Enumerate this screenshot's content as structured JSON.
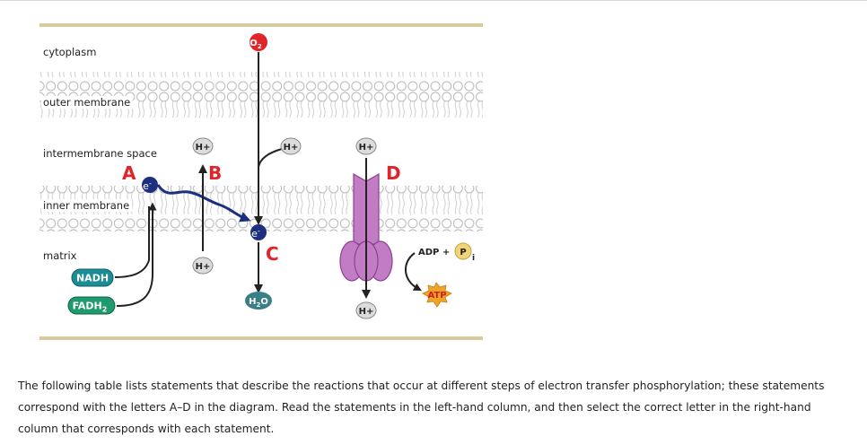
{
  "regions": {
    "cytoplasm": "cytoplasm",
    "outer_membrane": "outer membrane",
    "intermembrane_space": "intermembrane space",
    "inner_membrane": "inner membrane",
    "matrix": "matrix"
  },
  "molecules": {
    "oxygen": {
      "base": "O",
      "sub": "2"
    },
    "water": {
      "base": "H",
      "sub": "2",
      "tail": "O"
    },
    "proton": "H+",
    "electron": "e",
    "electron_sup": "-",
    "nadh": "NADH",
    "fadh2": {
      "base": "FADH",
      "sub": "2"
    },
    "adp_label": "ADP +",
    "phosphate": "P",
    "phosphate_sub": "i",
    "atp": "ATP"
  },
  "step_letters": [
    "A",
    "B",
    "C",
    "D"
  ],
  "colors": {
    "membrane_band": "#d8cc9c",
    "letter_red": "#e2232a",
    "electron_blue": "#1d2f7f",
    "nadh_teal": "#1c8d96",
    "fadh_green": "#1f9a6e",
    "atp_synthase": "#c27cc4",
    "oxygen_red": "#e02428",
    "water_teal": "#3b7f86",
    "atp_star": "#f0a326",
    "phosphate_yellow": "#f2d37a"
  },
  "caption": "The following table lists statements that describe the reactions that occur at different steps of electron transfer phosphorylation; these statements correspond with the letters A–D in the diagram. Read the statements in the left-hand column, and then select the correct letter in the right-hand column that corresponds with each statement."
}
